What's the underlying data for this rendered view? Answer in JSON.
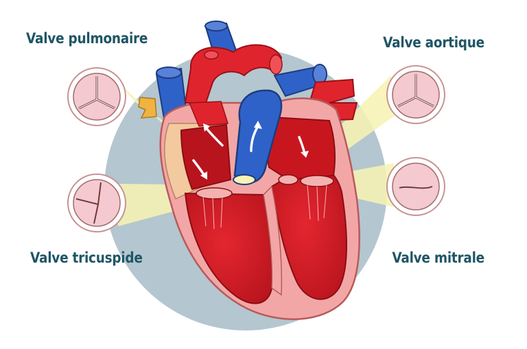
{
  "labels": {
    "pulmonary": "Valve pulmonaire",
    "tricuspid": "Valve tricuspide",
    "aortic": "Valve aortique",
    "mitral": "Valve mitrale"
  },
  "colors": {
    "background_disc": "#b4c6cf",
    "beam": "#f6f3b4",
    "oxygenated": "#e0242d",
    "deoxygenated": "#2f62c8",
    "pericardium": "#f2a7a6",
    "label_text": "#1f5566"
  }
}
